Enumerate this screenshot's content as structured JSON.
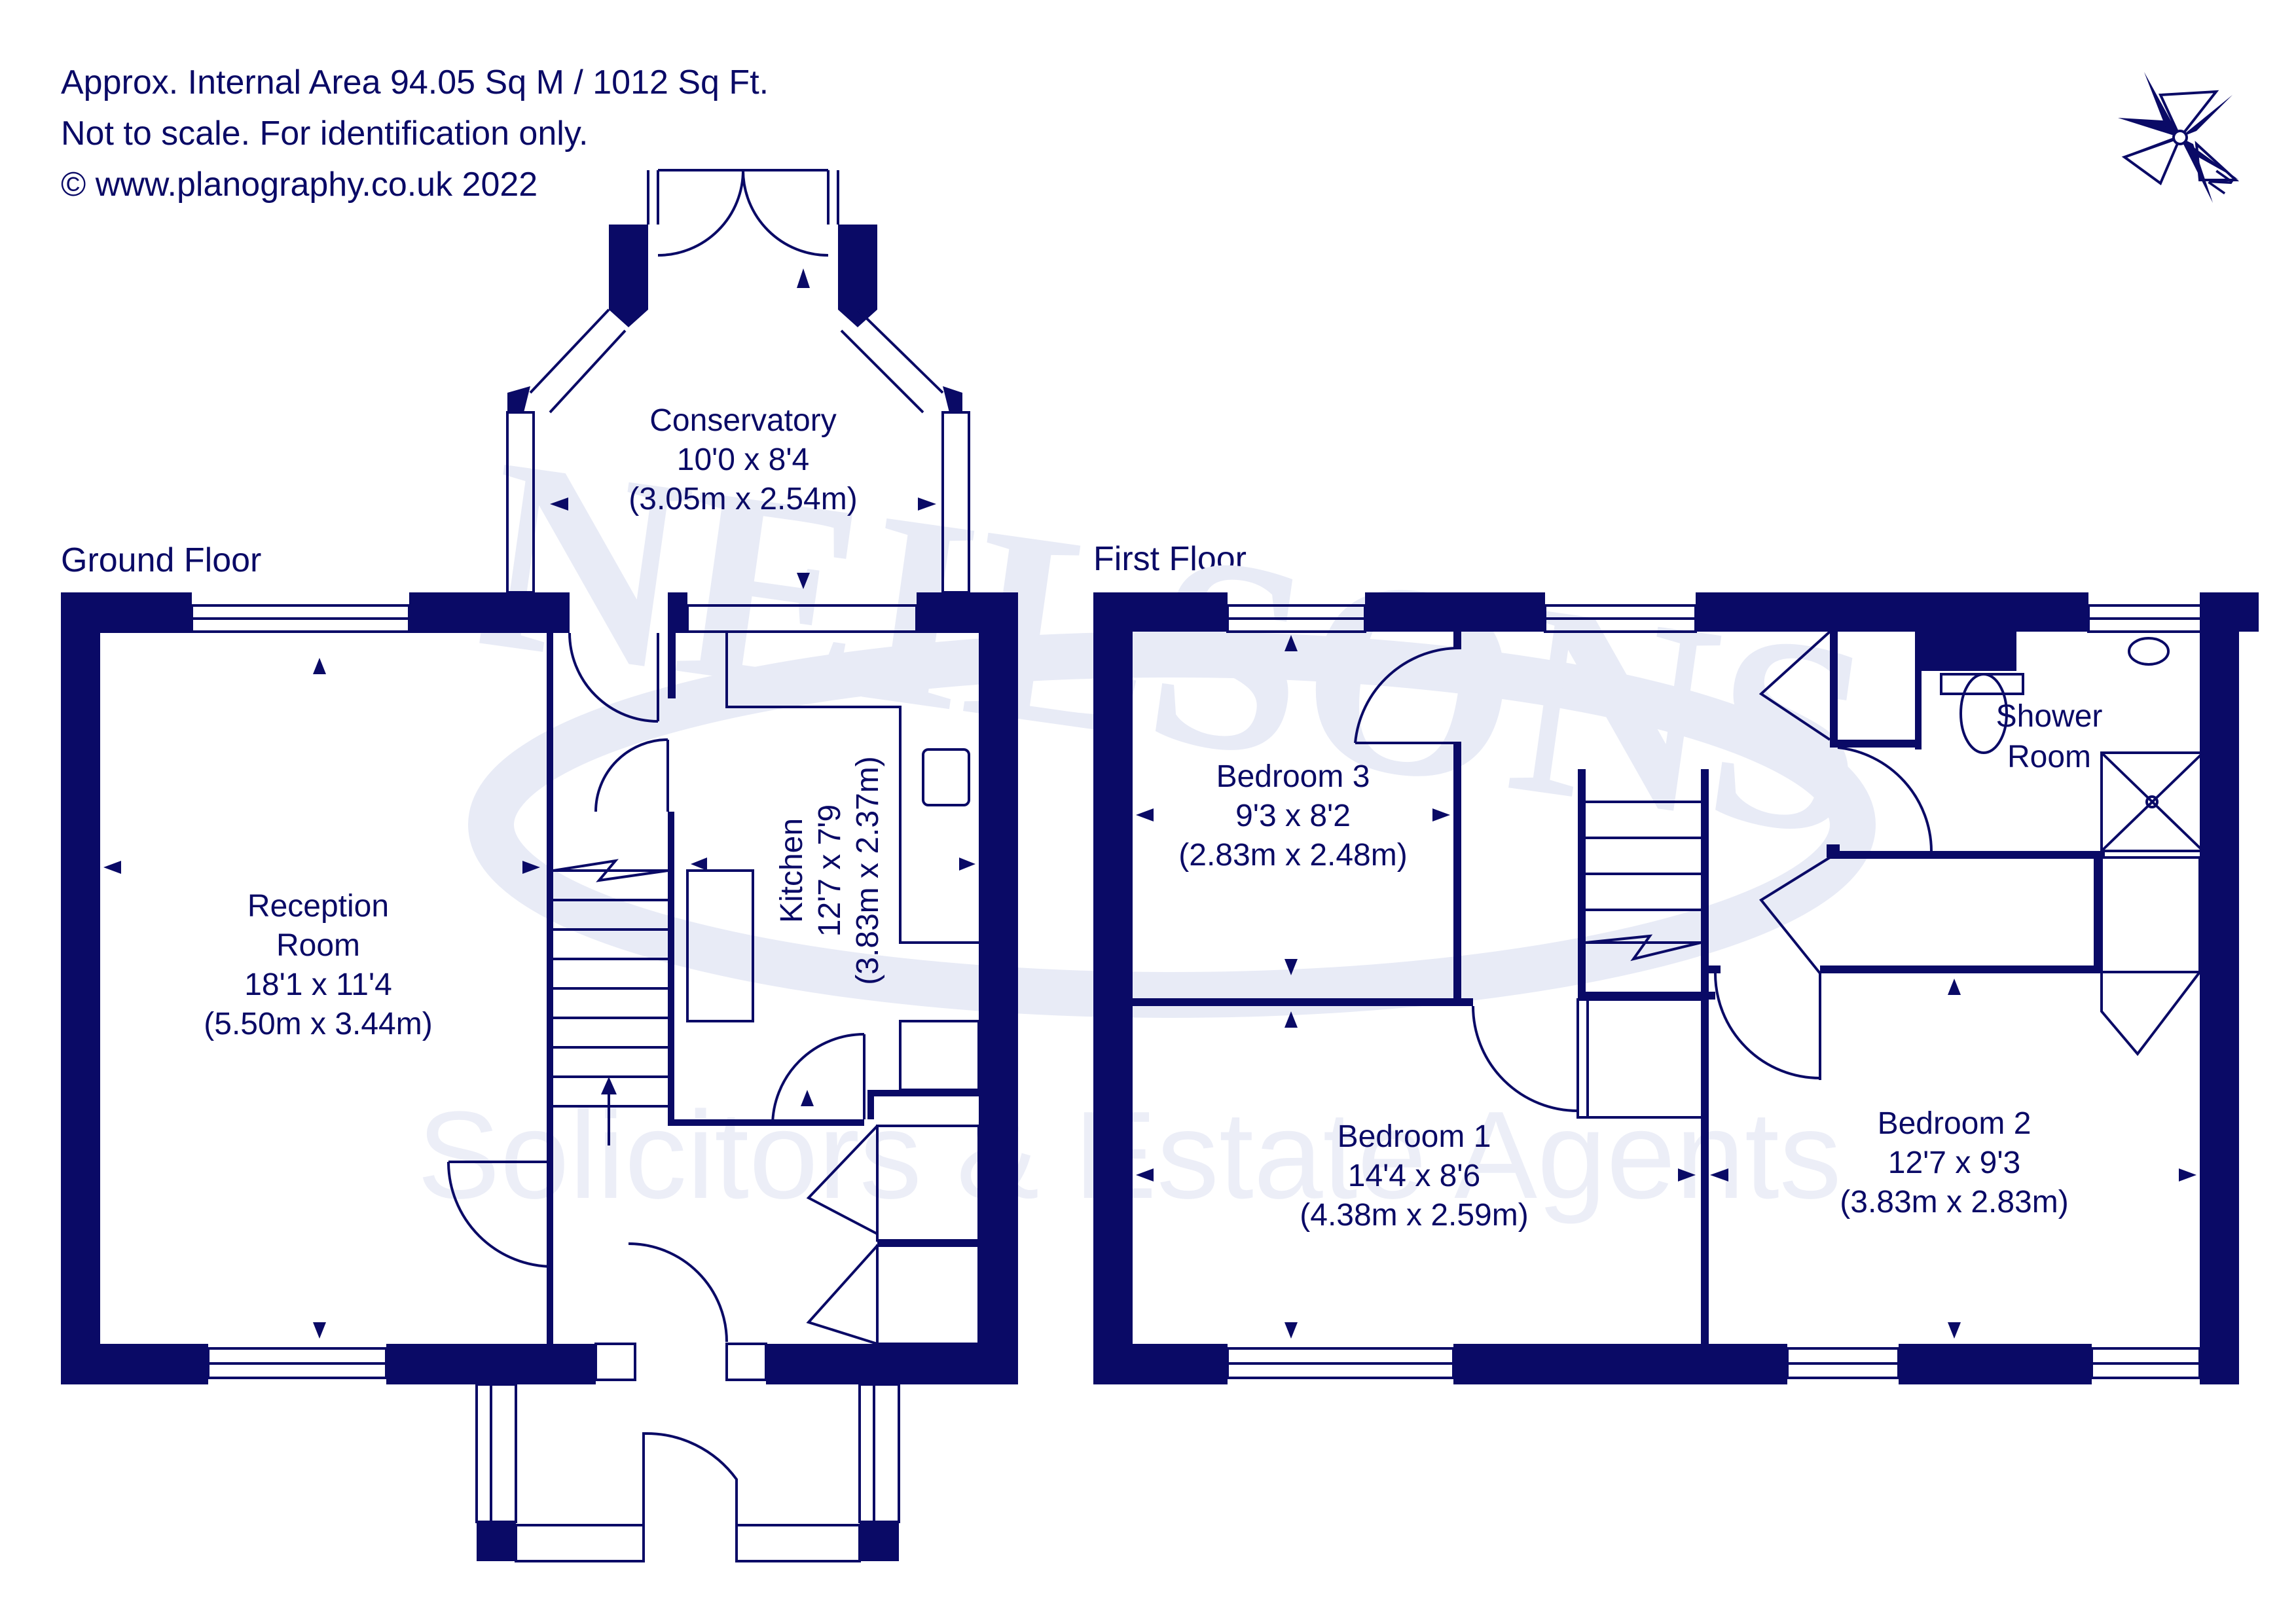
{
  "header": {
    "area": "Approx. Internal Area 94.05 Sq M / 1012 Sq Ft.",
    "disclaimer": "Not to scale. For identification only.",
    "copyright": "© www.planography.co.uk 2022"
  },
  "compass": {
    "icon": "compass-rose-icon",
    "label": "N"
  },
  "watermark": {
    "logo": "NEILSONS",
    "tagline": "Solicitors & Estate Agents"
  },
  "colors": {
    "wall": "#0a0a66",
    "line": "#0a0a66",
    "background": "#ffffff",
    "watermark": "#e8ebf6"
  },
  "ground_floor": {
    "title": "Ground Floor",
    "rooms": [
      {
        "name": "Conservatory",
        "size_imperial": "10'0 x 8'4",
        "size_metric": "(3.05m x 2.54m)"
      },
      {
        "name_line1": "Reception",
        "name_line2": "Room",
        "size_imperial": "18'1 x 11'4",
        "size_metric": "(5.50m x 3.44m)"
      },
      {
        "name": "Kitchen",
        "size_imperial": "12'7 x 7'9",
        "size_metric": "(3.83m x 2.37m)"
      }
    ]
  },
  "first_floor": {
    "title": "First Floor",
    "rooms": [
      {
        "name": "Bedroom 3",
        "size_imperial": "9'3 x 8'2",
        "size_metric": "(2.83m x 2.48m)"
      },
      {
        "name_line1": "Shower",
        "name_line2": "Room"
      },
      {
        "name": "Bedroom 1",
        "size_imperial": "14'4 x 8'6",
        "size_metric": "(4.38m x 2.59m)"
      },
      {
        "name": "Bedroom 2",
        "size_imperial": "12'7 x 9'3",
        "size_metric": "(3.83m x 2.83m)"
      }
    ]
  }
}
